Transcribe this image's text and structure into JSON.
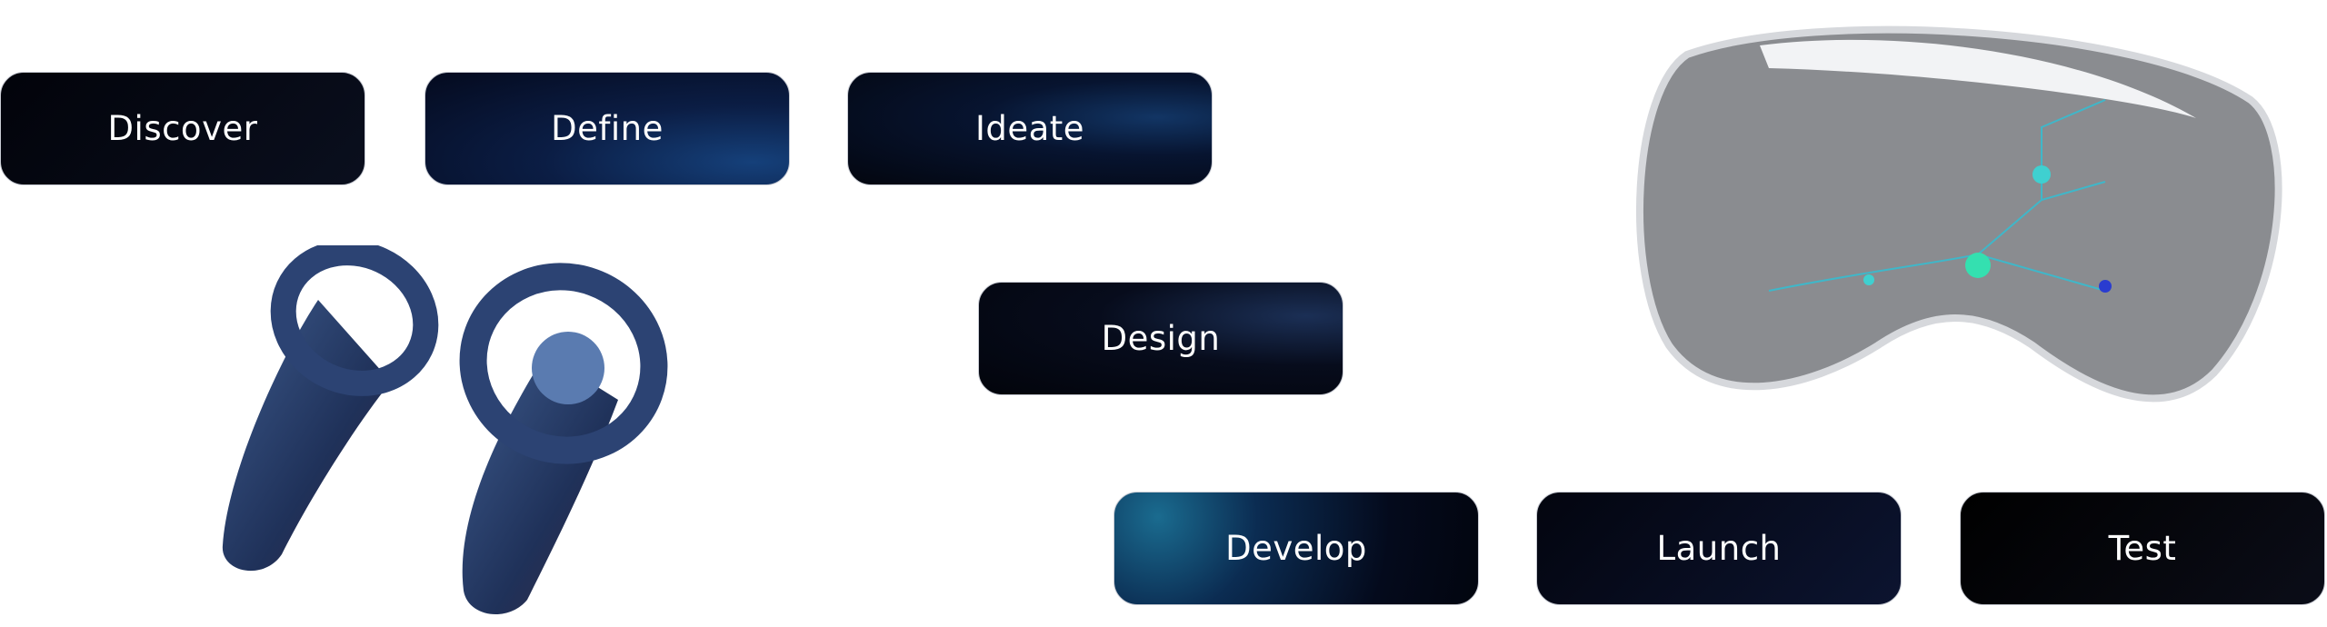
{
  "steps": [
    {
      "label": "Discover"
    },
    {
      "label": "Define"
    },
    {
      "label": "Ideate"
    },
    {
      "label": "Design"
    },
    {
      "label": "Develop"
    },
    {
      "label": "Launch"
    },
    {
      "label": "Test"
    }
  ],
  "images": {
    "controllers": "vr-controllers-icon",
    "headset": "vr-headset-icon"
  }
}
